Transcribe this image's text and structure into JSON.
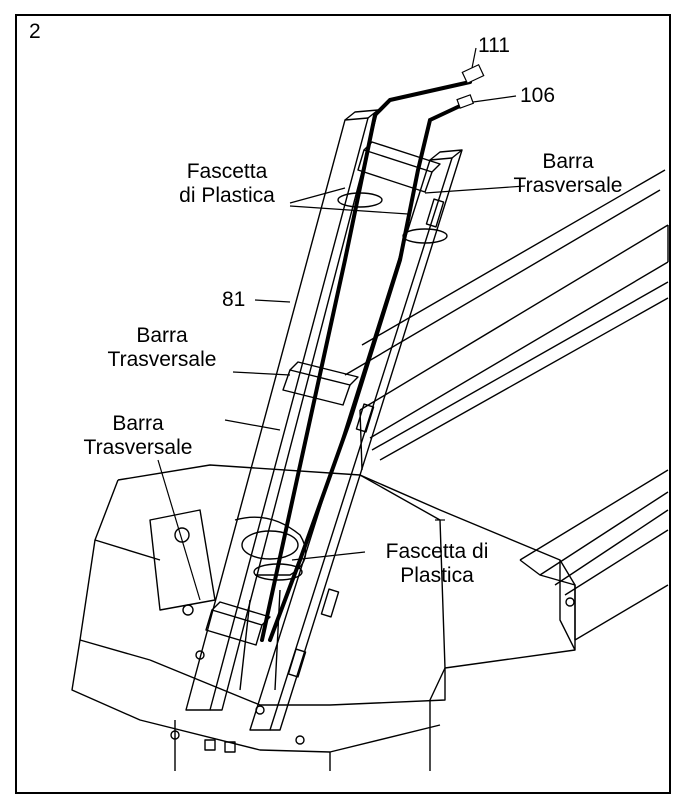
{
  "step_number": "2",
  "callouts": {
    "part_111": "111",
    "part_106": "106",
    "part_81": "81",
    "fascetta_top_line1": "Fascetta",
    "fascetta_top_line2": "di Plastica",
    "barra_top_line1": "Barra",
    "barra_top_line2": "Trasversale",
    "barra_mid_line1": "Barra",
    "barra_mid_line2": "Trasversale",
    "barra_low_line1": "Barra",
    "barra_low_line2": "Trasversale",
    "fascetta_bottom_line1": "Fascetta di",
    "fascetta_bottom_line2": "Plastica"
  }
}
